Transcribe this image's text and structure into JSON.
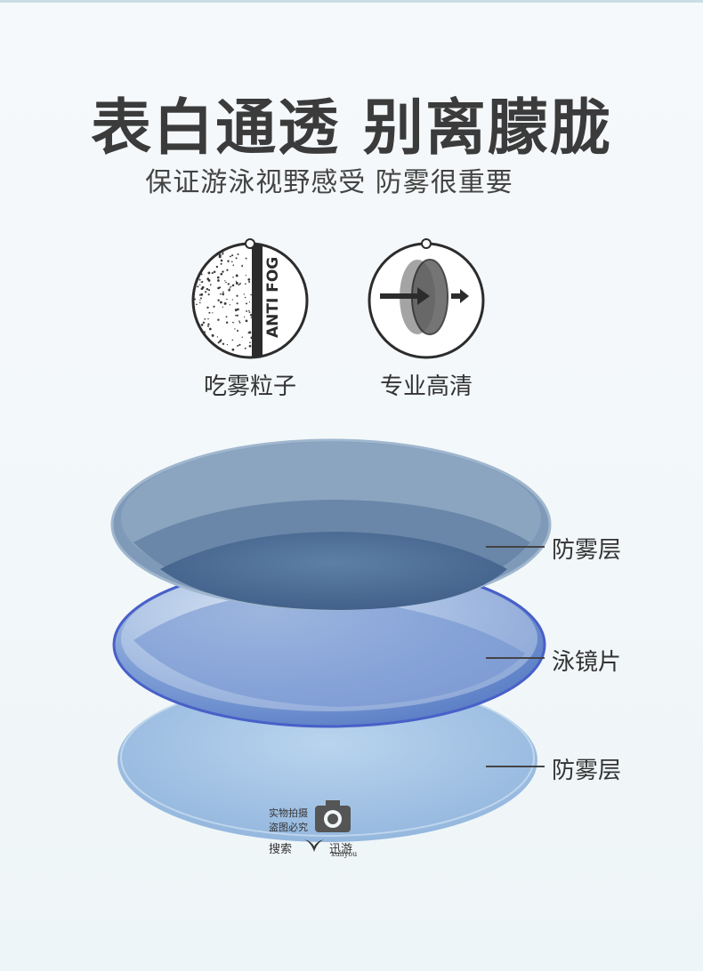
{
  "headline": "表白通透 别离朦胧",
  "subheadline": "保证游泳视野感受 防雾很重要",
  "features": [
    {
      "icon": "anti-fog-particles-icon",
      "label": "吃雾粒子",
      "badge_text": "ANTI FOG"
    },
    {
      "icon": "hd-lens-icon",
      "label": "专业高清"
    }
  ],
  "layers": [
    {
      "label": "防雾层",
      "color": "#6f8fae"
    },
    {
      "label": "泳镜片",
      "color": "#7b98d0"
    },
    {
      "label": "防雾层",
      "color": "#8fb4df"
    }
  ],
  "watermark": {
    "line1": "实物拍摄",
    "line2": "盗图必究",
    "search": "搜索",
    "brand": "迅游",
    "brand_latin": "xunyou"
  }
}
